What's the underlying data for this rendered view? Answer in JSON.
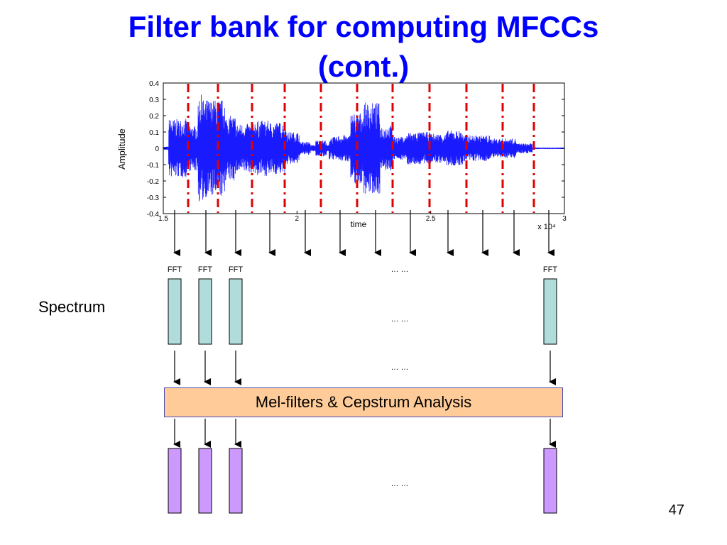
{
  "title": {
    "line1": "Filter bank for computing MFCCs",
    "line2": "(cont.)"
  },
  "plot": {
    "ylabel": "Amplitude",
    "xlabel": "time",
    "x_multiplier": "x 10⁴",
    "y_ticks": [
      "0.4",
      "0.3",
      "0.2",
      "0.1",
      "0",
      "-0.1",
      "-0.2",
      "-0.3",
      "-0.4"
    ],
    "x_ticks": [
      "1.5",
      "2",
      "2.5",
      "3"
    ],
    "ylim": [
      -0.4,
      0.4
    ],
    "xlim": [
      1.5,
      3
    ]
  },
  "fft": {
    "label": "FFT",
    "ellipsis": "… …"
  },
  "spectrum_label": "Spectrum",
  "mel_box_label": "Mel-filters & Cepstrum Analysis",
  "page_number": "47",
  "colors": {
    "title": "#0000ff",
    "waveform": "#1a1aff",
    "frame_marker": "#e00000",
    "spectrum_bar": "#b0dcdc",
    "mel_box": "#ffcc99",
    "output_bar": "#cc99ff"
  }
}
